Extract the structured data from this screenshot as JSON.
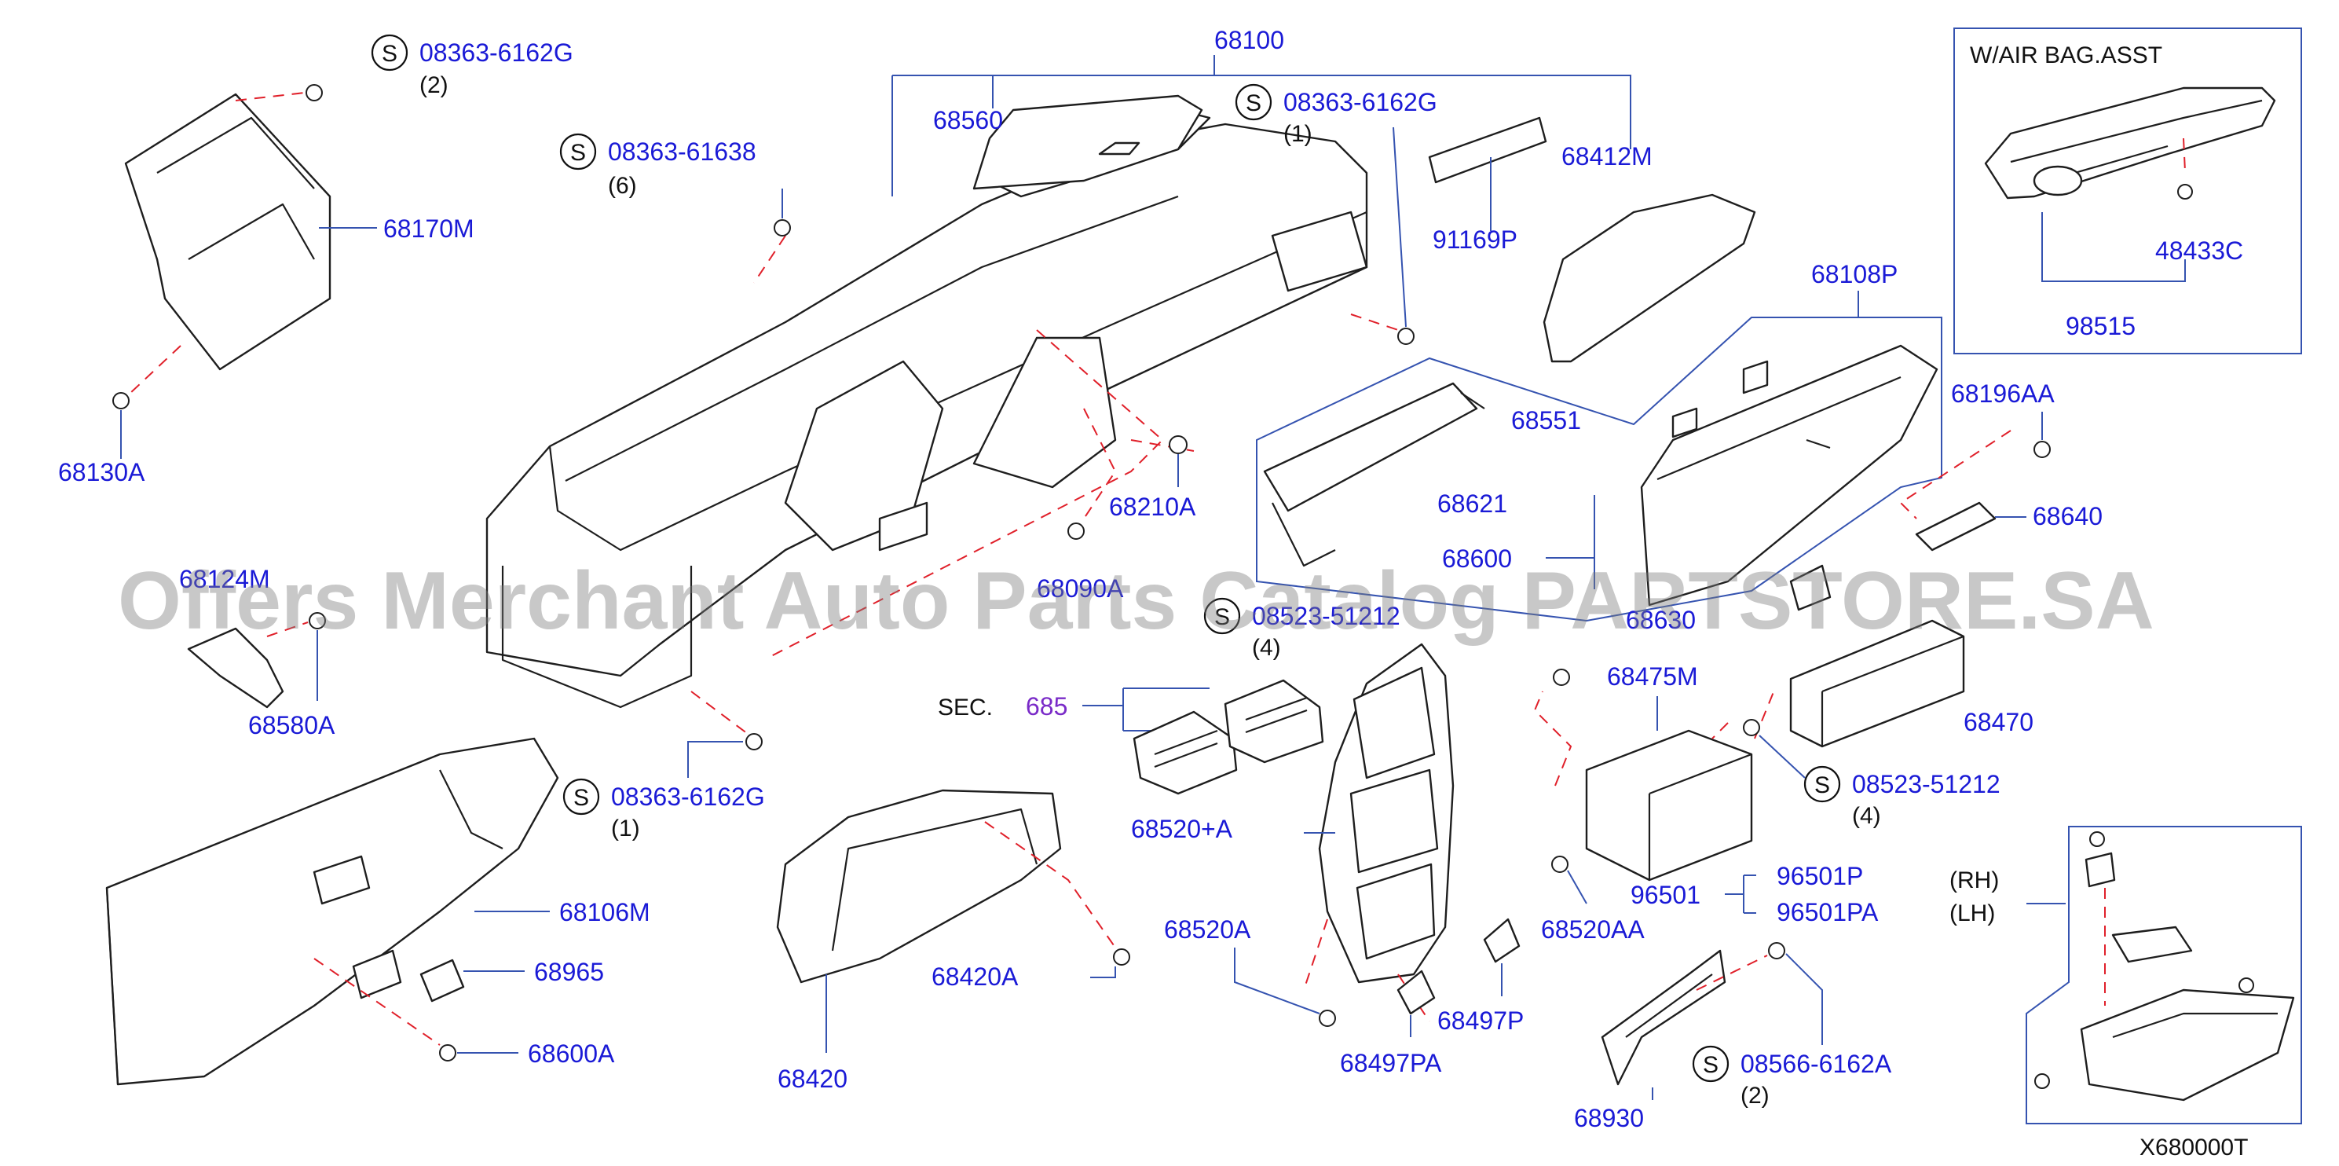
{
  "diagram": {
    "watermark": "Offers Merchant Auto Parts Catalog PARTSTORE.SA",
    "diagram_code": "X680000T",
    "sec_prefix": "SEC.",
    "sec_number": "685",
    "s_mark": "S",
    "airbag_box_title": "W/AIR   BAG.ASST",
    "rh_label": "(RH)",
    "lh_label": "(LH)",
    "part_labels": [
      "68100",
      "68560",
      "68412M",
      "91169P",
      "68108P",
      "68551",
      "68621",
      "68600",
      "68196AA",
      "68640",
      "68170M",
      "68130A",
      "68210A",
      "68124M",
      "68580A",
      "68475M",
      "68470",
      "68520+A",
      "68106M",
      "68965",
      "68600A",
      "68420A",
      "68420",
      "68520A",
      "68497PA",
      "68497P",
      "68520AA",
      "96501",
      "96501P",
      "96501PA",
      "68930",
      "48433C",
      "98515",
      "68630",
      "68090A",
      "08523-51212"
    ],
    "screw_callouts": [
      {
        "part": "08363-6162G",
        "qty": "(2)"
      },
      {
        "part": "08363-61638",
        "qty": "(6)"
      },
      {
        "part": "08363-6162G",
        "qty": "(1)"
      },
      {
        "part": "08363-6162G",
        "qty": "(1)"
      },
      {
        "part": "08523-51212",
        "qty": "(4)"
      },
      {
        "part": "08566-6162A",
        "qty": "(2)"
      },
      {
        "part": "08523-51212",
        "qty": "(4)"
      }
    ]
  },
  "colors": {
    "part_number": "#1a1ad6",
    "leader": "#3553b0",
    "fastener_path": "#e0202a",
    "section_ref": "#7a2bc8"
  }
}
